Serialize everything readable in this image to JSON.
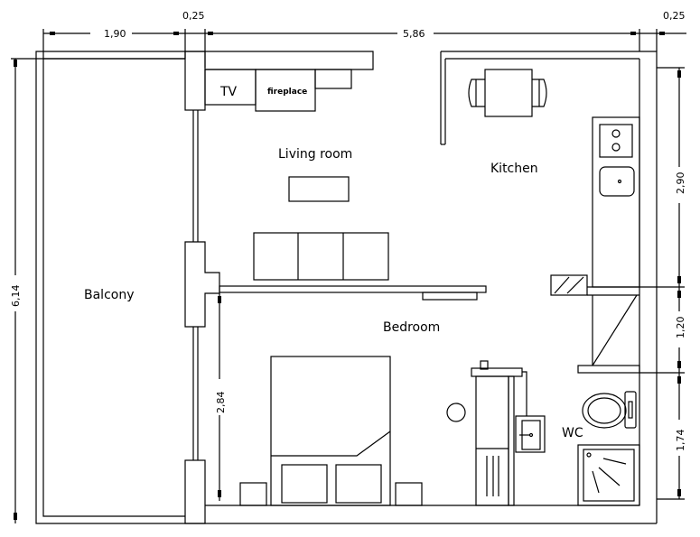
{
  "dimensions": {
    "balcony_width": "1,90",
    "left_wall": "0,25",
    "interior_width": "5,86",
    "right_wall": "0,25",
    "total_height": "6,14",
    "kitchen_height": "2,90",
    "corridor_height": "1,20",
    "wc_height": "1,74",
    "bedroom_height": "2,84"
  },
  "rooms": {
    "balcony": "Balcony",
    "living_room": "Living room",
    "kitchen": "Kitchen",
    "bedroom": "Bedroom",
    "wc": "WC"
  },
  "furniture": {
    "tv": "TV",
    "fireplace": "fireplace"
  }
}
